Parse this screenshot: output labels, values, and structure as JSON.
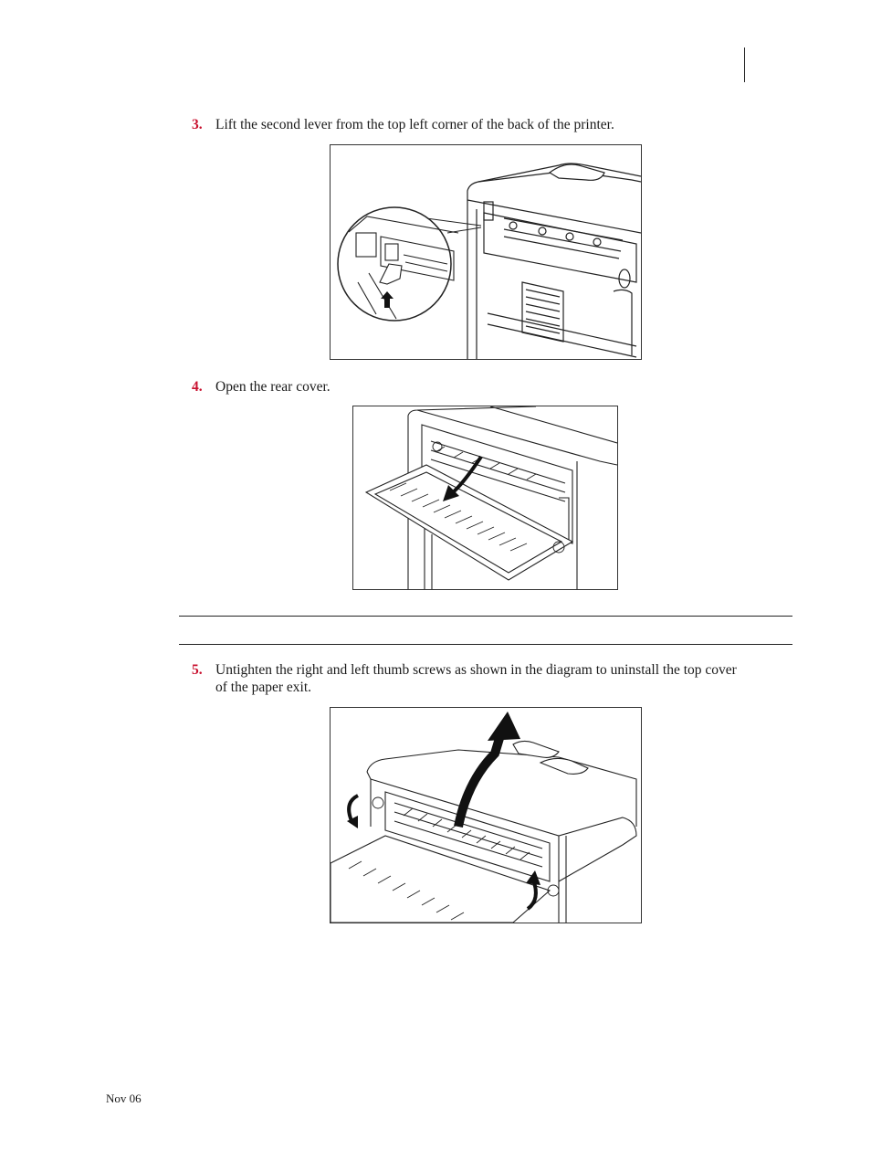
{
  "steps": [
    {
      "num": "3.",
      "text": "Lift the second lever from the top left corner of the back of the printer."
    },
    {
      "num": "4.",
      "text": "Open the rear cover."
    },
    {
      "num": "5.",
      "text_line1": "Untighten the right and left thumb screws as shown in the diagram to uninstall the top cover",
      "text_line2": "of the paper exit."
    }
  ],
  "figures": [
    {
      "icon": "printer-rear-lever-illustration"
    },
    {
      "icon": "printer-rear-cover-open-illustration"
    },
    {
      "icon": "printer-top-cover-removal-illustration"
    }
  ],
  "footer": {
    "date": "Nov 06"
  }
}
